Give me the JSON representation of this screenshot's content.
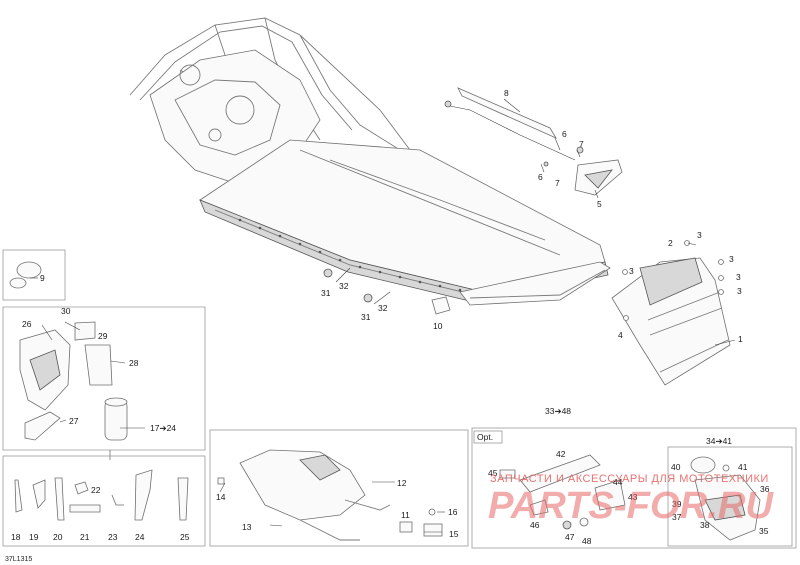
{
  "diagram": {
    "reference_code": "37L1315",
    "option_label": "Opt.",
    "callouts": {
      "c1": "1",
      "c2": "2",
      "c3a": "3",
      "c3b": "3",
      "c3c": "3",
      "c3d": "3",
      "c3e": "3",
      "c4": "4",
      "c5": "5",
      "c6a": "6",
      "c6b": "6",
      "c7a": "7",
      "c7b": "7",
      "c8": "8",
      "c9": "9",
      "c10": "10",
      "c11": "11",
      "c12": "12",
      "c13": "13",
      "c14": "14",
      "c15": "15",
      "c16": "16",
      "c17": "17➔24",
      "c18": "18",
      "c19": "19",
      "c20": "20",
      "c21": "21",
      "c22": "22",
      "c23": "23",
      "c24": "24",
      "c25": "25",
      "c26": "26",
      "c27": "27",
      "c28": "28",
      "c29": "29",
      "c30": "30",
      "c31a": "31",
      "c31b": "31",
      "c32a": "32",
      "c32b": "32",
      "c33": "33➔48",
      "c34": "34➔41",
      "c35": "35",
      "c36": "36",
      "c37": "37",
      "c38": "38",
      "c39": "39",
      "c40": "40",
      "c41": "41",
      "c42": "42",
      "c43": "43",
      "c44": "44",
      "c45": "45",
      "c46": "46",
      "c47": "47",
      "c48": "48"
    }
  },
  "watermark": {
    "text": "ЗАПЧАСТИ И АКСЕССУАРЫ ДЛЯ МОТОТЕХНИКИ",
    "logo": "PARTS-FOR.RU"
  }
}
